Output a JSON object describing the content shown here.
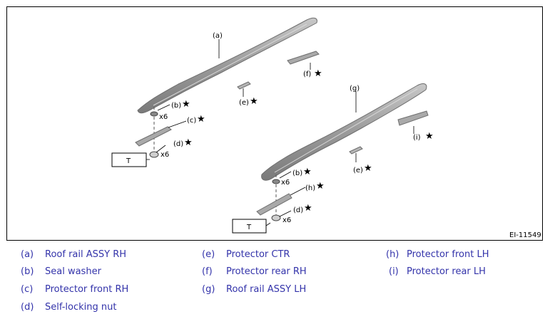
{
  "figure": {
    "id": "EI-11549",
    "callouts": {
      "a": "(a)",
      "b": "(b)",
      "c": "(c)",
      "d": "(d)",
      "e": "(e)",
      "f": "(f)",
      "g": "(g)",
      "h": "(h)",
      "i": "(i)"
    },
    "qty": "x6",
    "tool_mark": "T",
    "star": "★"
  },
  "legend": [
    {
      "code": "(a)",
      "text": "Roof rail ASSY RH"
    },
    {
      "code": "(b)",
      "text": "Seal washer"
    },
    {
      "code": "(c)",
      "text": "Protector front RH"
    },
    {
      "code": "(d)",
      "text": "Self-locking nut"
    },
    {
      "code": "(e)",
      "text": "Protector CTR"
    },
    {
      "code": "(f)",
      "text": "Protector rear RH"
    },
    {
      "code": "(g)",
      "text": "Roof rail ASSY LH"
    },
    {
      "code": "(h)",
      "text": "Protector front LH"
    },
    {
      "code": "(i)",
      "text": "Protector rear LH"
    }
  ],
  "colors": {
    "legend_text": "#3333aa",
    "part_fill": "#a9a9a9",
    "part_edge": "#6e6e6e"
  }
}
